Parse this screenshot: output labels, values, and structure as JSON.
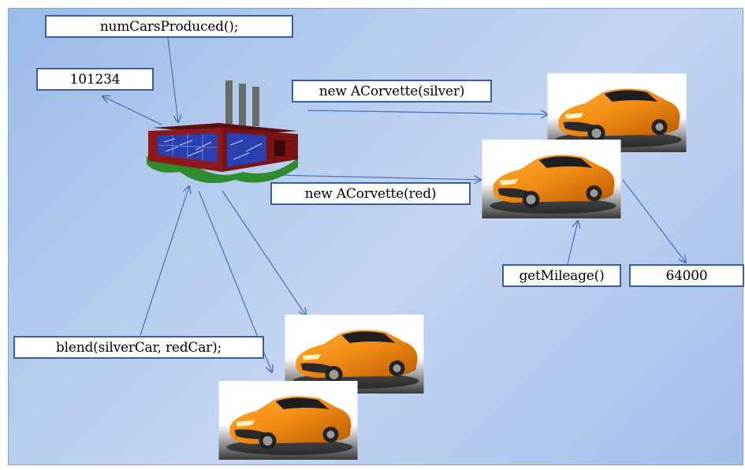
{
  "labels": {
    "num_cars_produced": "numCarsProduced();",
    "count_result": "101234",
    "new_silver": "new ACorvette(silver)",
    "new_red": "new ACorvette(red)",
    "get_mileage": "getMileage()",
    "mileage_result": "64000",
    "blend": "blend(silverCar, redCar);"
  },
  "colors": {
    "background": "#b6cdee",
    "arrow": "#4a78c0",
    "label_border": "#3b5f9c",
    "car_body": "#f08a12"
  },
  "icons": {
    "factory": "factory-icon",
    "car": "orange-corvette-image"
  }
}
